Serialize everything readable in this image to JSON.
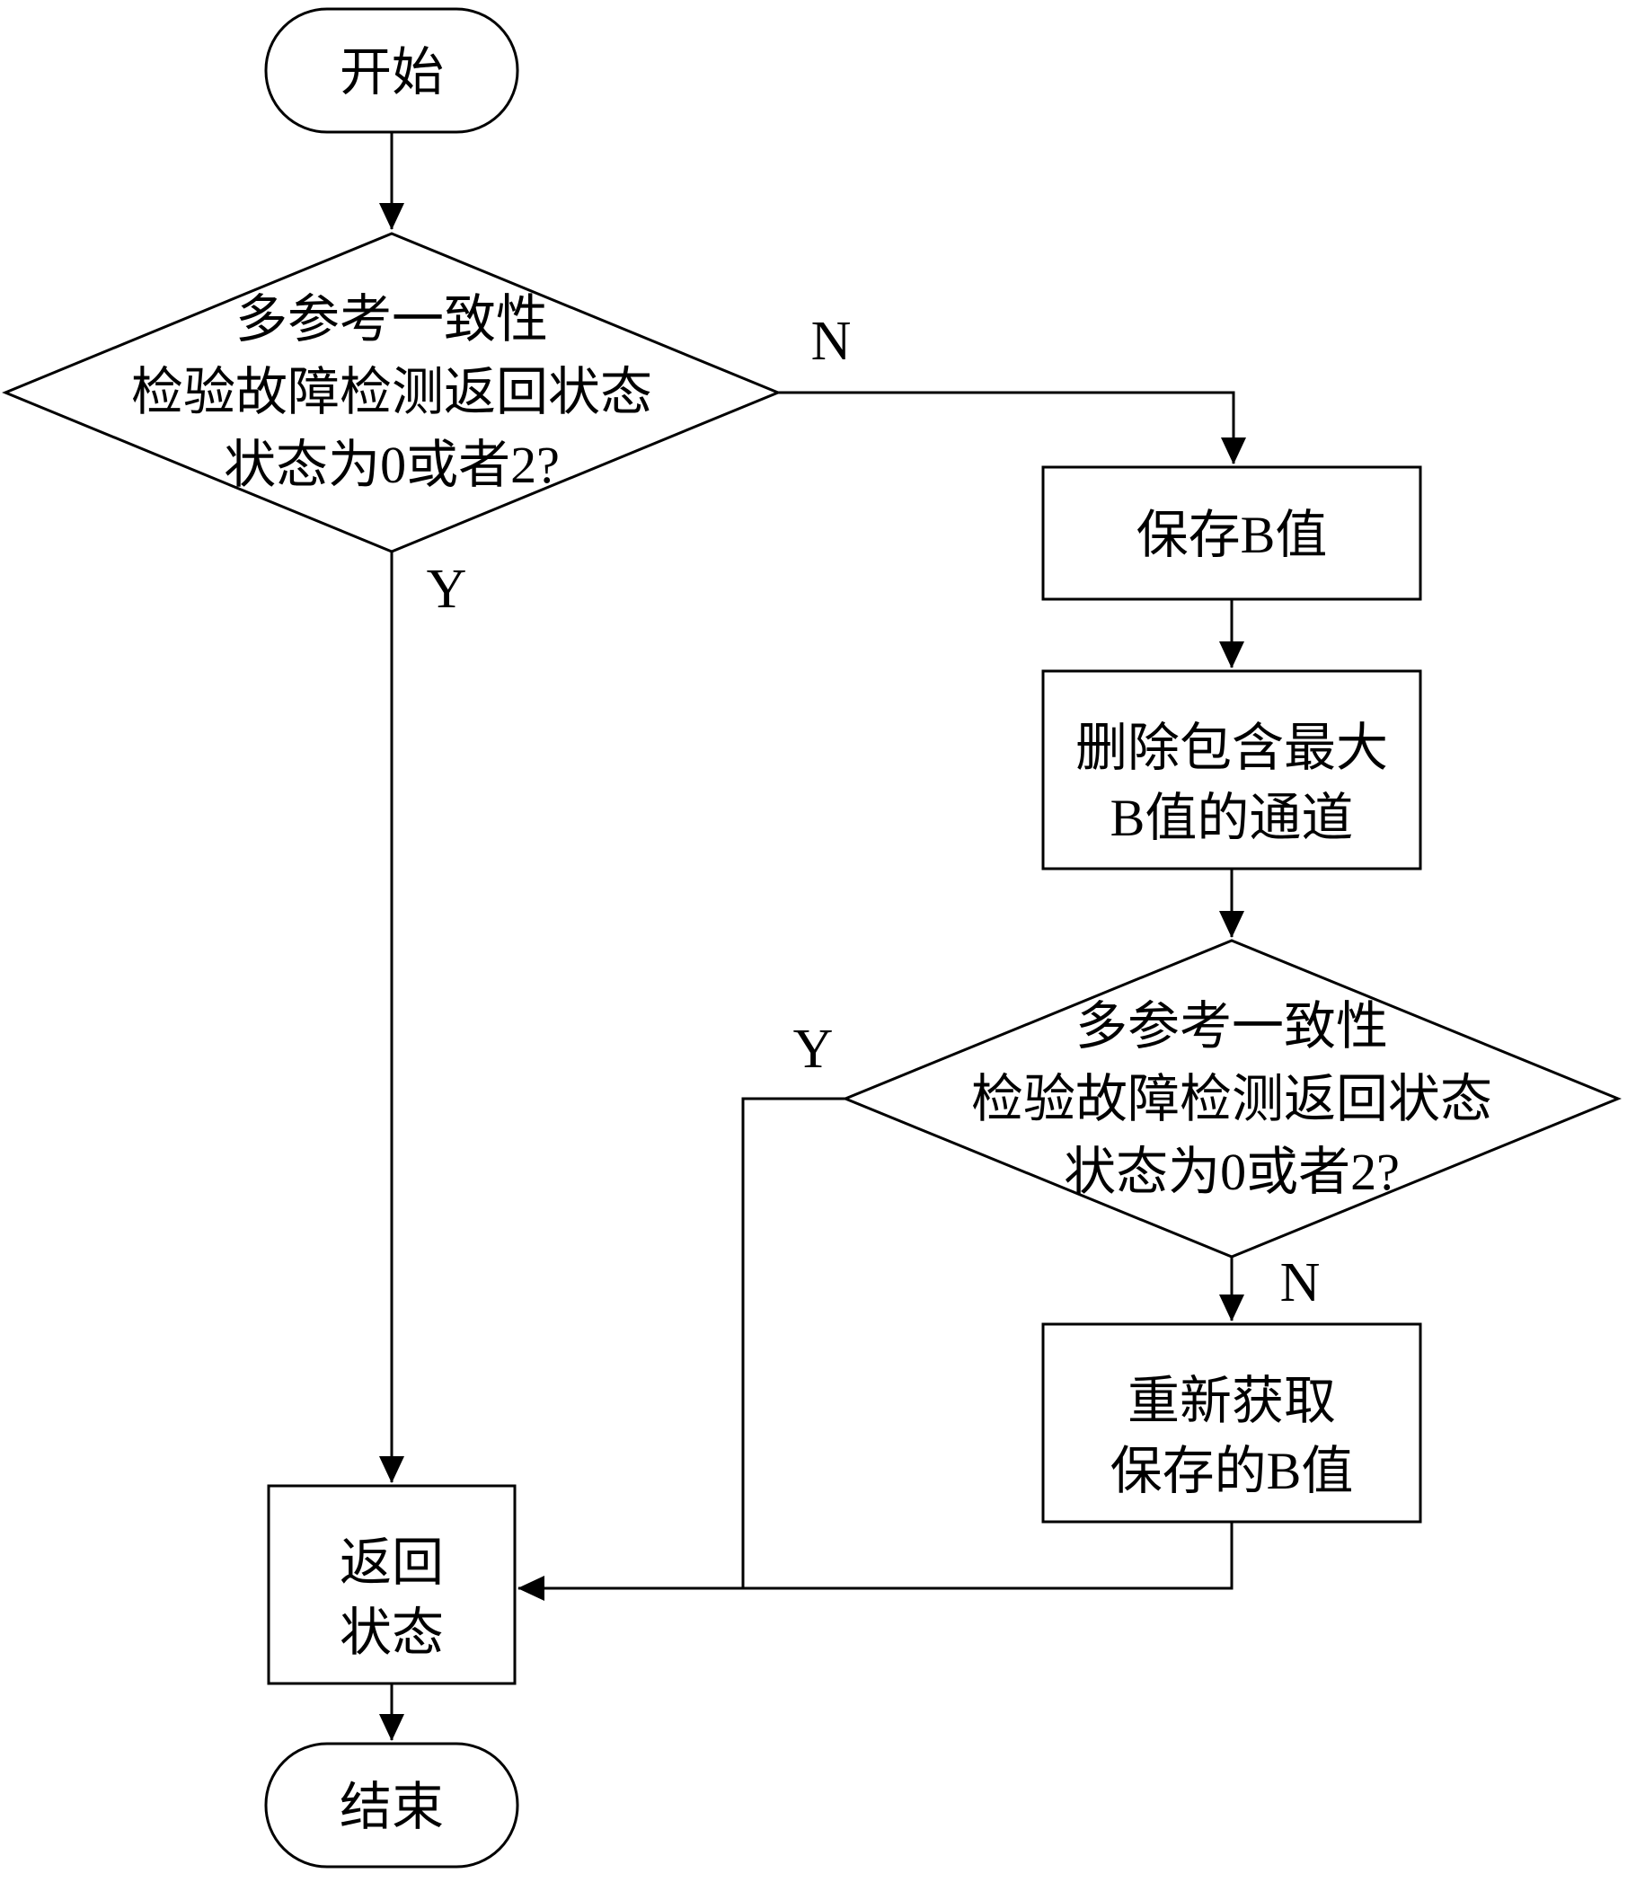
{
  "diagram": {
    "type": "flowchart",
    "colors": {
      "background": "#ffffff",
      "stroke": "#000000",
      "text": "#000000"
    },
    "nodes": {
      "start": {
        "shape": "terminator",
        "label": "开始"
      },
      "decision1": {
        "shape": "diamond",
        "lines": [
          "多参考一致性",
          "检验故障检测返回状态",
          "状态为0或者2?"
        ]
      },
      "save_b": {
        "shape": "process",
        "label": "保存B值"
      },
      "delete_channel": {
        "shape": "process",
        "lines": [
          "删除包含最大",
          "B值的通道"
        ]
      },
      "decision2": {
        "shape": "diamond",
        "lines": [
          "多参考一致性",
          "检验故障检测返回状态",
          "状态为0或者2?"
        ]
      },
      "reacquire_b": {
        "shape": "process",
        "lines": [
          "重新获取",
          "保存的B值"
        ]
      },
      "return_status": {
        "shape": "process",
        "lines": [
          "返回",
          "状态"
        ]
      },
      "end": {
        "shape": "terminator",
        "label": "结束"
      }
    },
    "edge_labels": {
      "decision1_no": "N",
      "decision1_yes": "Y",
      "decision2_yes": "Y",
      "decision2_no": "N"
    },
    "edges": [
      {
        "from": "start",
        "to": "decision1",
        "label": ""
      },
      {
        "from": "decision1",
        "to": "save_b",
        "label": "N"
      },
      {
        "from": "save_b",
        "to": "delete_channel",
        "label": ""
      },
      {
        "from": "delete_channel",
        "to": "decision2",
        "label": ""
      },
      {
        "from": "decision2",
        "to": "reacquire_b",
        "label": "N"
      },
      {
        "from": "decision2",
        "to": "return_status",
        "label": "Y"
      },
      {
        "from": "reacquire_b",
        "to": "return_status",
        "label": ""
      },
      {
        "from": "decision1",
        "to": "return_status",
        "label": "Y"
      },
      {
        "from": "return_status",
        "to": "end",
        "label": ""
      }
    ]
  }
}
